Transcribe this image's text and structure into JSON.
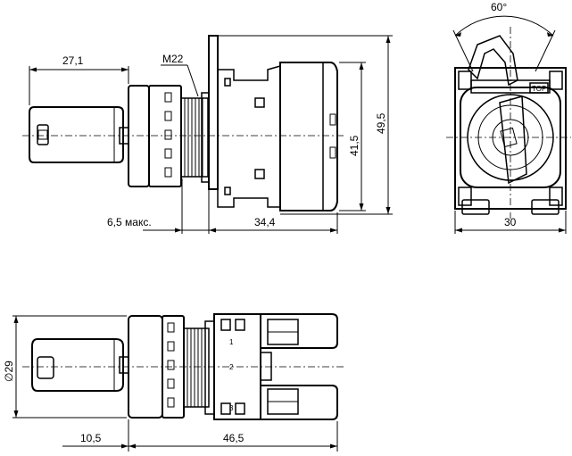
{
  "dimensions": {
    "key_length": "27,1",
    "thread": "M22",
    "panel_max": "6,5 макс.",
    "body_depth": "34,4",
    "height_inner": "41,5",
    "height_outer": "49,5",
    "angle": "60°",
    "width": "30",
    "diameter": "∅29",
    "key_offset": "10,5",
    "total_depth": "46,5"
  },
  "labels": {
    "top_mark": "TOP",
    "terminal_1": "1",
    "terminal_2": "2",
    "terminal_3": "3"
  }
}
